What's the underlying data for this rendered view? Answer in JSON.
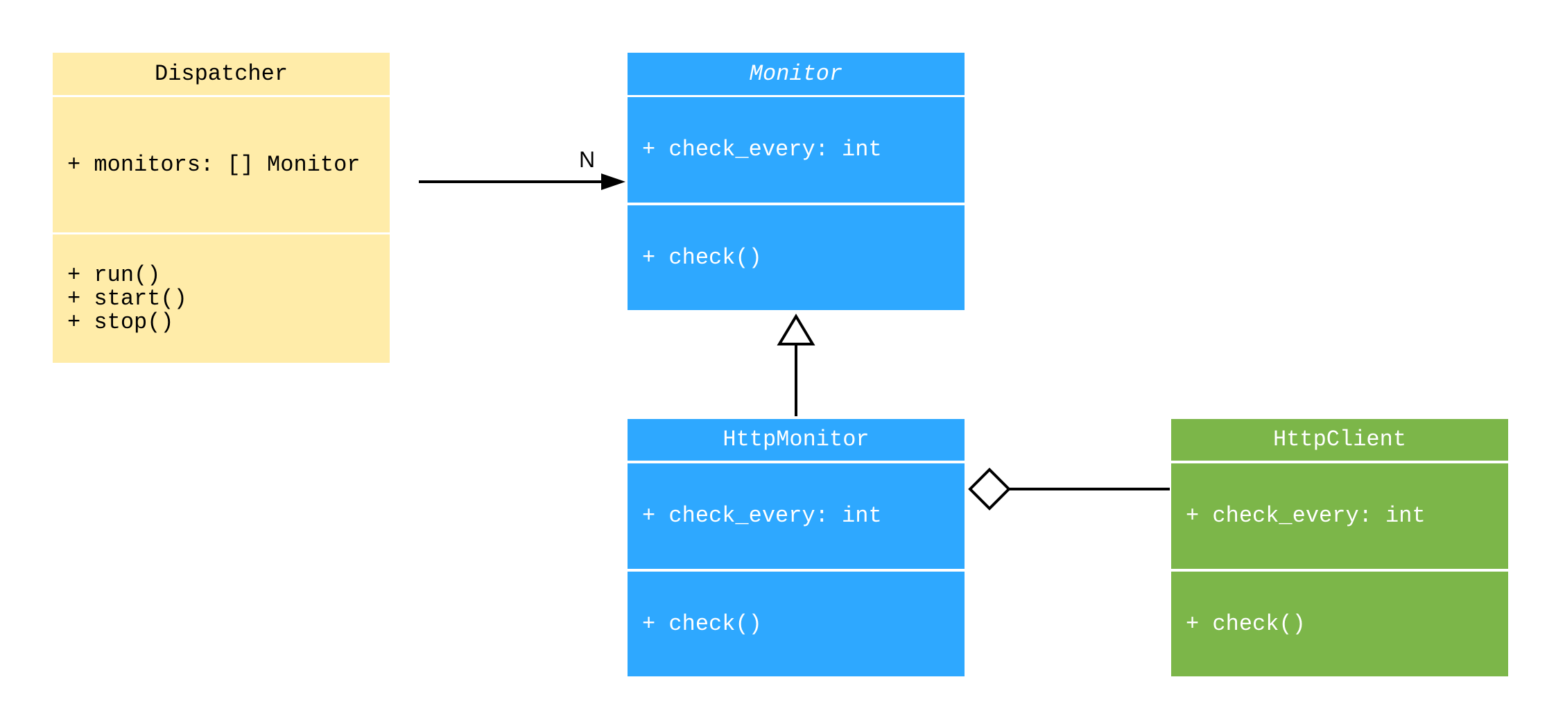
{
  "classes": {
    "dispatcher": {
      "name": "Dispatcher",
      "attributes": "+ monitors: [] Monitor",
      "methods": "+ run()\n+ start()\n+ stop()",
      "color": "#FFECA9"
    },
    "monitor": {
      "name": "Monitor",
      "attributes": "+ check_every: int",
      "methods": "+ check()",
      "color": "#2EA8FF",
      "abstract": true
    },
    "http_monitor": {
      "name": "HttpMonitor",
      "attributes": "+ check_every: int",
      "methods": "+ check()",
      "color": "#2EA8FF"
    },
    "http_client": {
      "name": "HttpClient",
      "attributes": "+ check_every: int",
      "methods": "+ check()",
      "color": "#7CB649"
    }
  },
  "relations": {
    "dispatcher_monitor": {
      "type": "association",
      "multiplicity": "N"
    },
    "httpmonitor_monitor": {
      "type": "inheritance"
    },
    "httpmonitor_httpclient": {
      "type": "aggregation"
    }
  }
}
